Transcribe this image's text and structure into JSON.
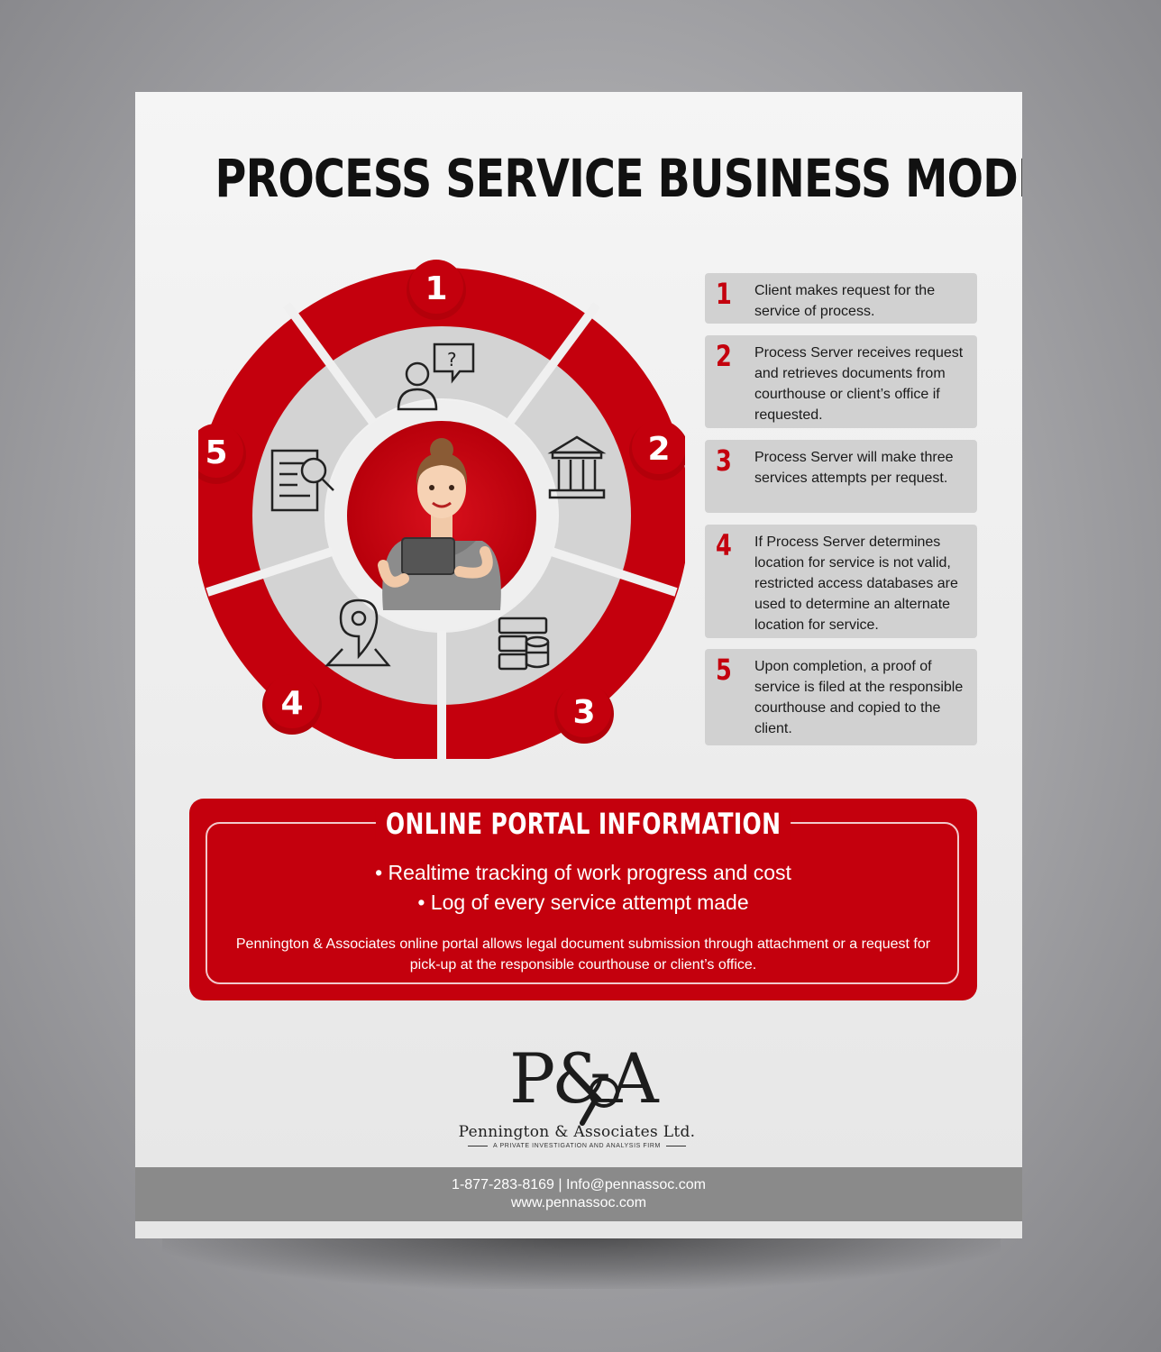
{
  "title": "PROCESS SERVICE BUSINESS MODEL",
  "colors": {
    "accent": "#c4000d",
    "ring_gray": "#d3d3d3",
    "step_bg": "#d1d1d1",
    "footer_bg": "#8a8a8a"
  },
  "wheel": {
    "numbers": [
      "1",
      "2",
      "3",
      "4",
      "5"
    ],
    "icons": [
      "customer-question-icon",
      "courthouse-icon",
      "database-server-icon",
      "map-location-pin-icon",
      "document-search-icon"
    ]
  },
  "steps": [
    {
      "num": "1",
      "text": "Client makes request for the service of process."
    },
    {
      "num": "2",
      "text": "Process Server receives request and retrieves documents from courthouse or client’s office if requested."
    },
    {
      "num": "3",
      "text": "Process Server will make three services attempts per request."
    },
    {
      "num": "4",
      "text": "If Process Server determines location for service is not valid, restricted access databases are used to determine an alternate location for service."
    },
    {
      "num": "5",
      "text": "Upon completion, a proof of service is filed at the responsible courthouse and copied to the client."
    }
  ],
  "portal": {
    "heading": "ONLINE PORTAL INFORMATION",
    "bullets": [
      "• Realtime tracking of work progress and cost",
      "• Log of every service attempt made"
    ],
    "description": "Pennington & Associates online portal allows legal document submission through attachment or a request for pick-up at the responsible courthouse or client’s office."
  },
  "logo": {
    "monogram": "P&A",
    "name": "Pennington & Associates Ltd.",
    "tagline": "A PRIVATE INVESTIGATION AND ANALYSIS FIRM"
  },
  "footer": {
    "contact": "1-877-283-8169 | Info@pennassoc.com",
    "website": "www.pennassoc.com"
  }
}
